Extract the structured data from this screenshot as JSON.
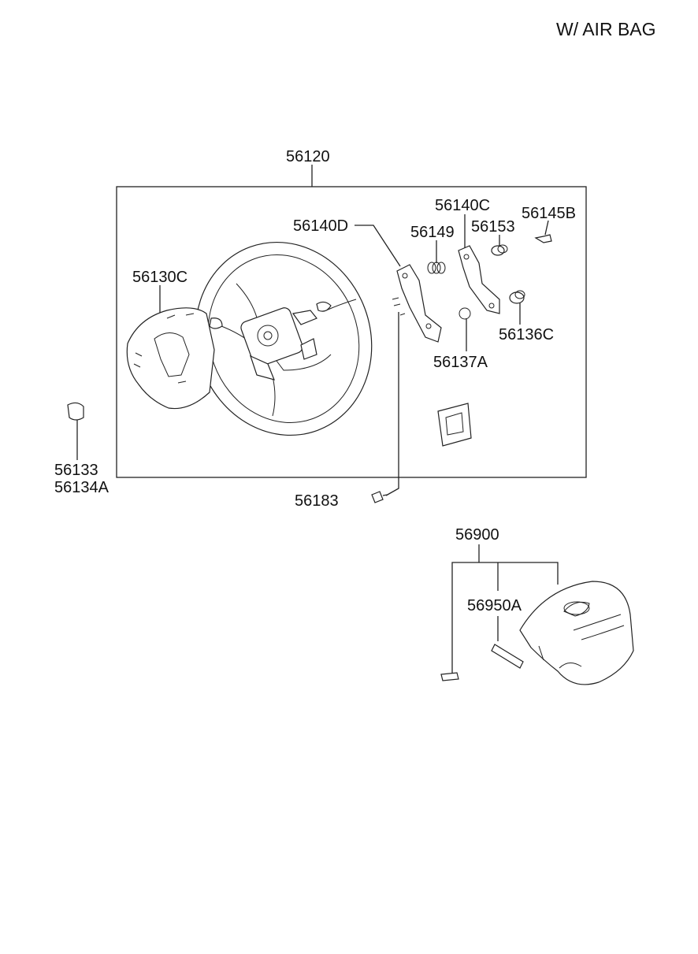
{
  "title": "W/ AIR BAG",
  "parts": {
    "p56120": "56120",
    "p56140C": "56140C",
    "p56145B": "56145B",
    "p56140D": "56140D",
    "p56149": "56149",
    "p56153": "56153",
    "p56130C": "56130C",
    "p56136C": "56136C",
    "p56137A": "56137A",
    "p56133": "56133",
    "p56134A": "56134A",
    "p56183": "56183",
    "p56900": "56900",
    "p56950A": "56950A"
  }
}
